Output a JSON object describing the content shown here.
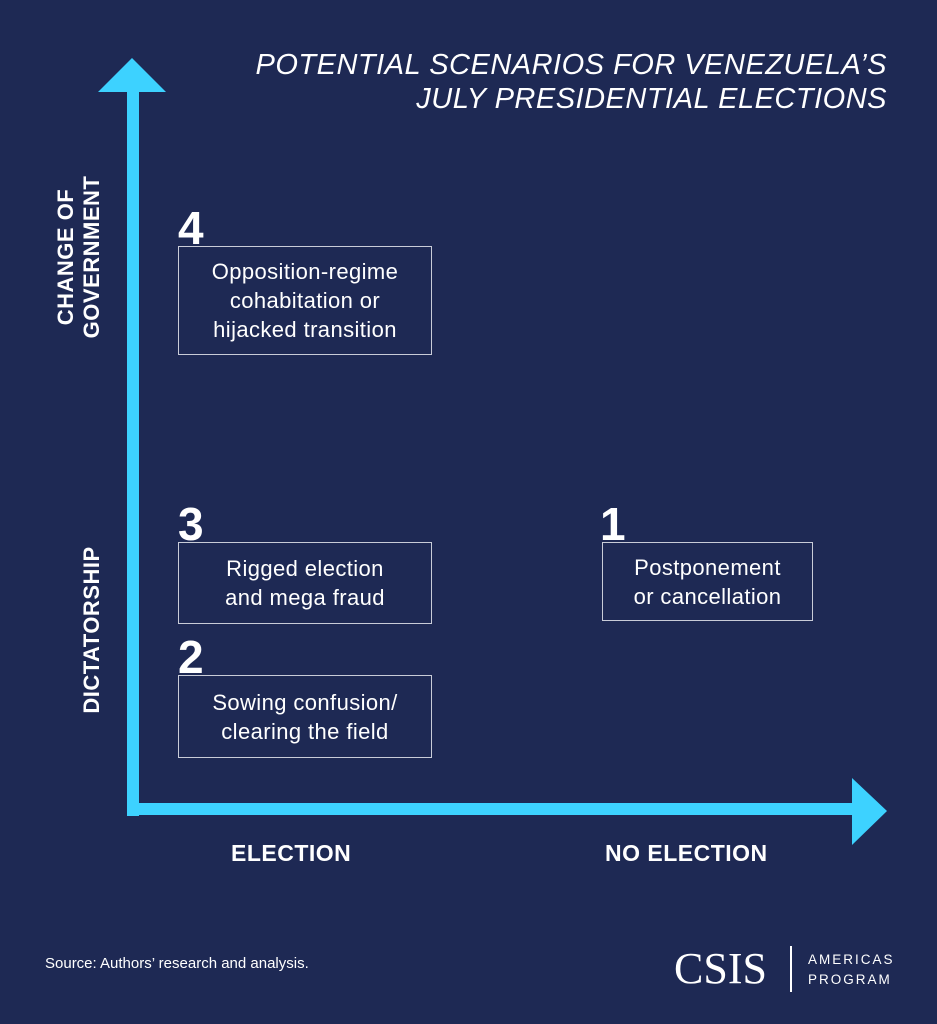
{
  "title": {
    "line1": "POTENTIAL SCENARIOS FOR VENEZUELA’S",
    "line2": "JULY PRESIDENTIAL ELECTIONS"
  },
  "axes": {
    "y_top_label": {
      "line1": "CHANGE OF",
      "line2": "GOVERNMENT"
    },
    "y_bottom_label": "DICTATORSHIP",
    "x_left_label": "ELECTION",
    "x_right_label": "NO ELECTION",
    "arrow_color": "#3dd2ff"
  },
  "scenarios": [
    {
      "number": "4",
      "lines": [
        "Opposition-regime",
        "cohabitation or",
        "hijacked transition"
      ]
    },
    {
      "number": "3",
      "lines": [
        "Rigged election",
        "and mega fraud"
      ]
    },
    {
      "number": "2",
      "lines": [
        "Sowing confusion/",
        "clearing the field"
      ]
    },
    {
      "number": "1",
      "lines": [
        "Postponement",
        "or cancellation"
      ]
    }
  ],
  "source": "Source: Authors’ research and analysis.",
  "logo": {
    "name": "CSIS",
    "program_line1": "AMERICAS",
    "program_line2": "PROGRAM"
  },
  "colors": {
    "background": "#1e2954"
  }
}
